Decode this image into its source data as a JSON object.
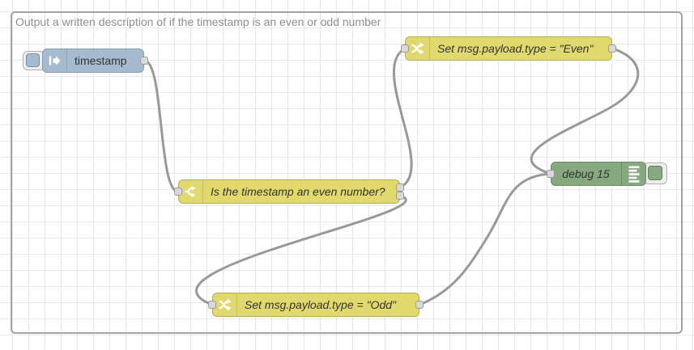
{
  "group": {
    "label": "Output a written description of if the timestamp is an even or odd number"
  },
  "nodes": {
    "inject": {
      "label": "timestamp",
      "type": "inject",
      "color": "#a6bbcf"
    },
    "switch": {
      "label": "Is the timestamp an even number?",
      "type": "switch",
      "color": "#e2d96e",
      "outputs": 2
    },
    "change_even": {
      "label": "Set msg.payload.type = \"Even\"",
      "type": "change",
      "color": "#e2d96e"
    },
    "change_odd": {
      "label": "Set msg.payload.type = \"Odd\"",
      "type": "change",
      "color": "#e2d96e"
    },
    "debug": {
      "label": "debug 15",
      "type": "debug",
      "color": "#87a980"
    }
  },
  "wires": [
    "M 178 75 C 203 75, 195 237, 220 237",
    "M 494 232 C 540 210, 455 85, 500 60",
    "M 494 242 C 560 262, 150 333, 262 377",
    "M 518 377 C 560 360, 578 332, 602 293 C 626 254, 628 218, 680 215",
    "M 756 60 C 800 74, 798 108, 752 134 C 706 160, 612 193, 680 215"
  ],
  "colors": {
    "wire": "#999999",
    "grid": "#e8e8e8",
    "group_border": "#a3a3a3",
    "group_label": "#8f8f8f",
    "inject": "#a6bbcf",
    "function_yellow": "#e2d96e",
    "debug_green": "#87a980",
    "port": "#d9d9d9"
  }
}
